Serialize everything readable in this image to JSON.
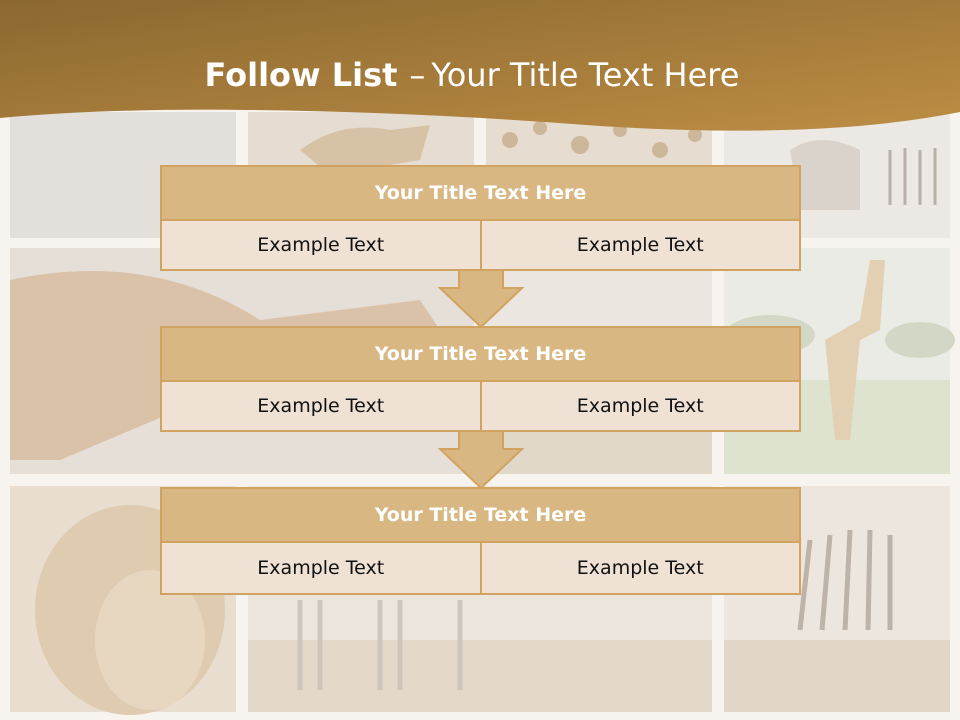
{
  "slide": {
    "title_bold": "Follow List",
    "title_sep": "–",
    "title_rest": "Your Title Text Here"
  },
  "steps": [
    {
      "title": "Your Title Text Here",
      "left": "Example Text",
      "right": "Example Text"
    },
    {
      "title": "Your Title Text Here",
      "left": "Example Text",
      "right": "Example Text"
    },
    {
      "title": "Your Title Text Here",
      "left": "Example Text",
      "right": "Example Text"
    }
  ],
  "colors": {
    "header_gradient_start": "#8b6830",
    "header_gradient_end": "#b98a42",
    "box_title_fill": "#d9b783",
    "box_border": "#d1a361",
    "cell_fill": "#efe2d5",
    "arrow_fill": "#d9b783"
  },
  "icons": {
    "arrow": "arrow-down-icon"
  }
}
